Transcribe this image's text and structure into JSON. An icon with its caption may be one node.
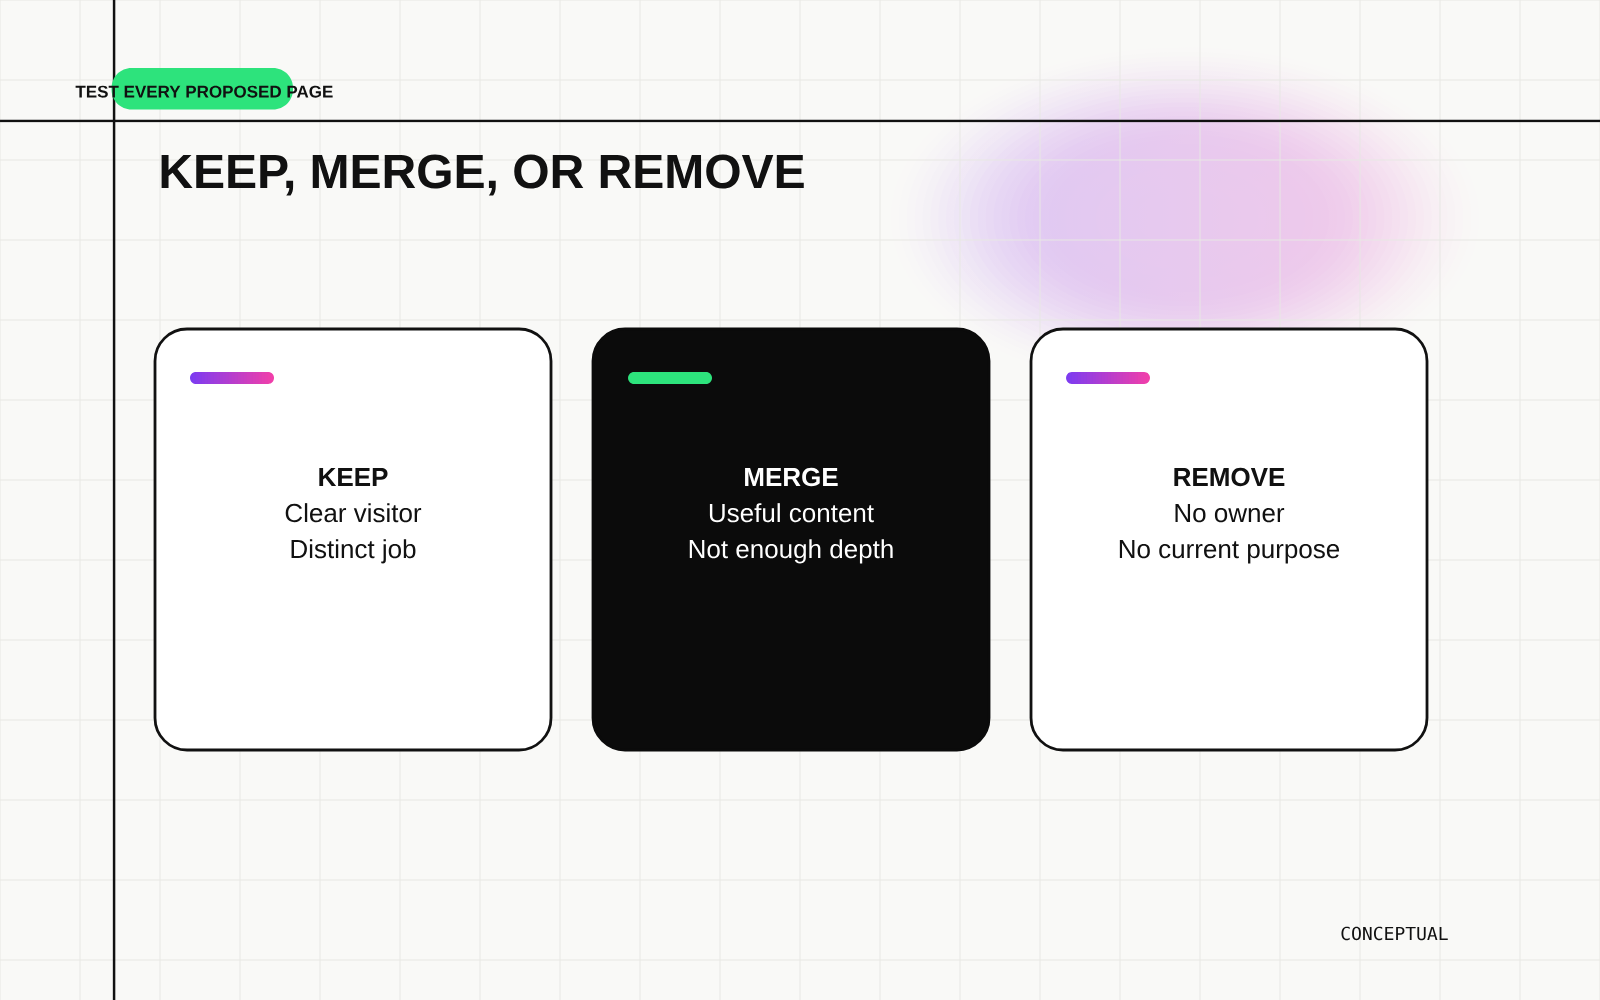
{
  "diagram": {
    "title": "KEEP, MERGE, OR REMOVE",
    "nodes": [
      {
        "text": [
          "KEEP",
          "Clear visitor",
          "Distinct job"
        ]
      },
      {
        "text": [
          "MERGE",
          "Useful content",
          "Not enough depth"
        ]
      },
      {
        "text": [
          "REMOVE",
          "No owner",
          "No current purpose"
        ]
      }
    ],
    "labels": [
      "TEST EVERY PROPOSED PAGE",
      "CONCEPTUAL"
    ]
  }
}
